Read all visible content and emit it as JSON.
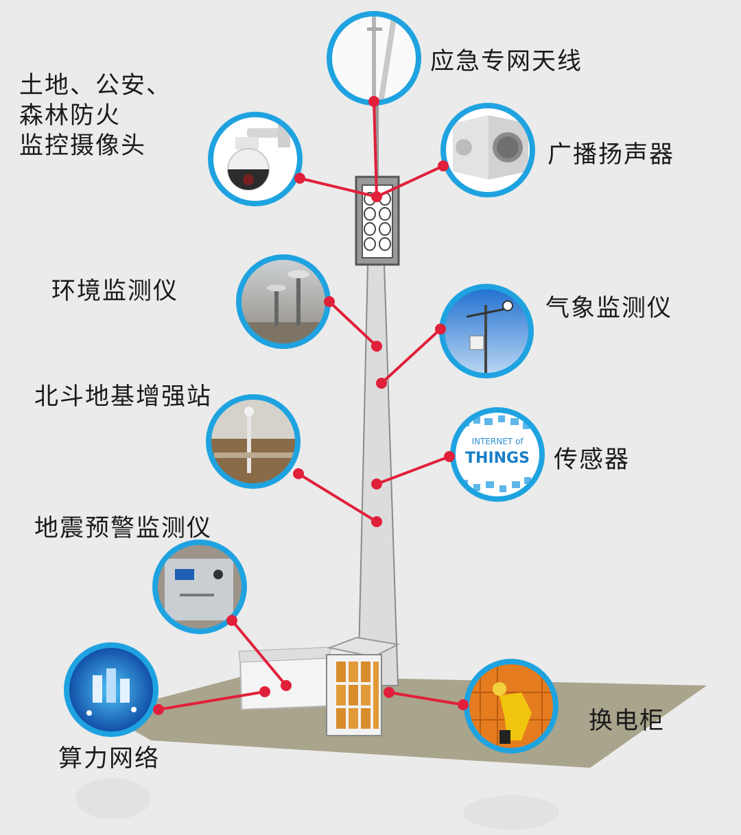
{
  "colors": {
    "background": "#ebebeb",
    "ground": "#a9a48c",
    "pole": "#d9d9d9",
    "pole_outline": "#8a8a8a",
    "ring": "#1fa3e0",
    "connector": "#e0203a"
  },
  "callouts": [
    {
      "id": "emergency-antenna",
      "lines": [
        "应急专网天线"
      ],
      "icon": "antenna-photo-icon"
    },
    {
      "id": "camera",
      "lines": [
        "土地、公安、",
        "森林防火",
        "监控摄像头"
      ],
      "icon": "surveillance-camera-icon"
    },
    {
      "id": "speaker",
      "lines": [
        "广播扬声器"
      ],
      "icon": "speaker-icon"
    },
    {
      "id": "env-monitor",
      "lines": [
        "环境监测仪"
      ],
      "icon": "environment-sensor-icon"
    },
    {
      "id": "weather-monitor",
      "lines": [
        "气象监测仪"
      ],
      "icon": "weather-station-icon"
    },
    {
      "id": "beidou-station",
      "lines": [
        "北斗地基增强站"
      ],
      "icon": "gnss-antenna-icon"
    },
    {
      "id": "sensor",
      "lines": [
        "传感器"
      ],
      "icon": "internet-of-things-icon"
    },
    {
      "id": "seismic-monitor",
      "lines": [
        "地震预警监测仪"
      ],
      "icon": "seismic-device-icon"
    },
    {
      "id": "computing-network",
      "lines": [
        "算力网络"
      ],
      "icon": "computing-network-icon"
    },
    {
      "id": "battery-swap",
      "lines": [
        "换电柜"
      ],
      "icon": "battery-swap-cabinet-icon"
    }
  ],
  "iot_badge": {
    "line1": "INTERNET of",
    "line2": "THINGS"
  }
}
